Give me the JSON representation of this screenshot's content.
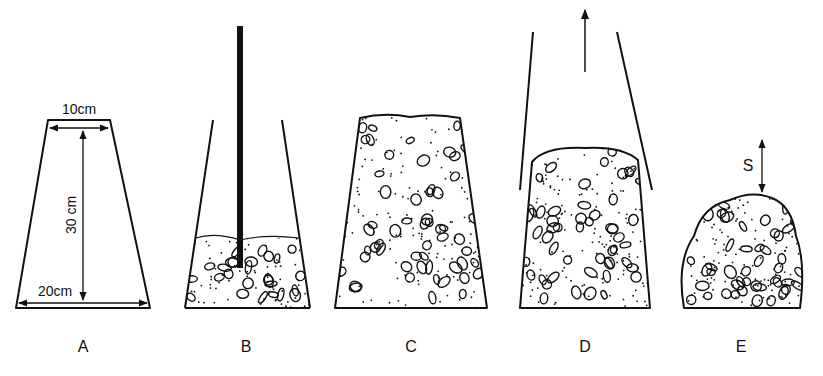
{
  "diagram": {
    "labels": [
      "10cm",
      "30 cm",
      "20cm",
      "S",
      "A",
      "B",
      "C",
      "D",
      "E"
    ]
  }
}
